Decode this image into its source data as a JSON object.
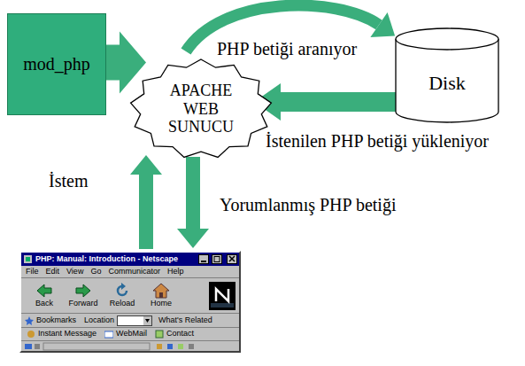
{
  "diagram": {
    "nodes": [
      {
        "text": [
          "mod_php"
        ]
      },
      {
        "text": [
          "APACHE WEB SUNUCU"
        ]
      },
      {
        "text": [
          "Disk"
        ]
      },
      {
        "text": [
          "PHP: Manual: Introduction - Netscape",
          "File",
          "Edit",
          "View",
          "Go",
          "Communicator",
          "Help",
          "Back",
          "Forward",
          "Reload",
          "Home",
          "Bookmarks",
          "Location",
          "What's Related",
          "Instant Message",
          "WebMail",
          "Contact"
        ]
      }
    ],
    "edges": [
      {
        "from": 0,
        "to": 1,
        "arrow": "to"
      },
      {
        "from": 1,
        "to": 2,
        "arrow": "to",
        "label": "PHP betiği aranıyor"
      },
      {
        "from": 2,
        "to": 1,
        "arrow": "to",
        "label": "İstenilen PHP betiği yükleniyor"
      },
      {
        "from": 3,
        "to": 1,
        "arrow": "to",
        "label": "İstem"
      },
      {
        "from": 1,
        "to": 3,
        "arrow": "to",
        "label": "Yorumlanmış PHP betiği"
      }
    ]
  }
}
